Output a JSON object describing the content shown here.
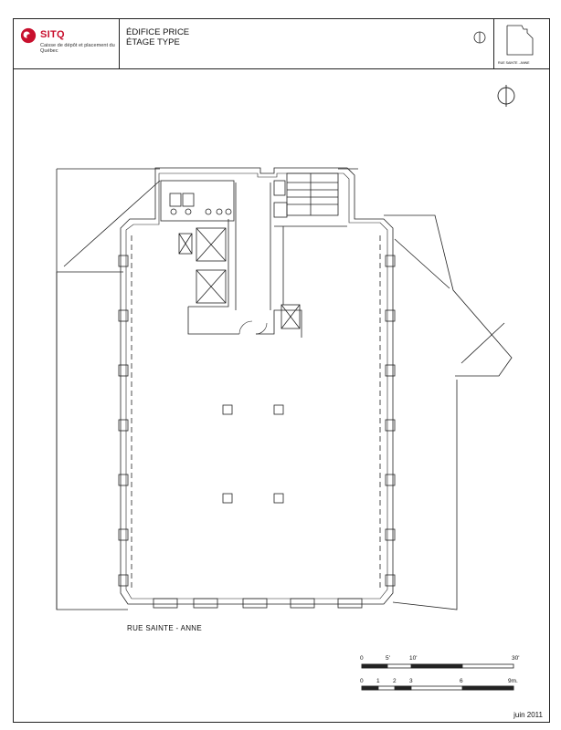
{
  "header": {
    "brand": "SITQ",
    "tagline": "Caisse de dépôt et placement du Québec",
    "title_line1": "ÉDIFICE PRICE",
    "title_line2": "ÉTAGE TYPE"
  },
  "keyplan": {
    "caption": "RUE SAINTE - ANNE"
  },
  "plan": {
    "street_label": "RUE SAINTE - ANNE"
  },
  "scale_feet": {
    "labels": [
      "0",
      "5'",
      "10'",
      "30'"
    ]
  },
  "scale_meters": {
    "labels": [
      "0",
      "1",
      "2",
      "3",
      "6",
      "9m."
    ]
  },
  "footer": {
    "date": "juin 2011"
  },
  "colors": {
    "brand": "#c8102e",
    "line": "#222222"
  },
  "icons": [
    "sitq-logo-icon",
    "north-arrow-icon",
    "keyplan-icon"
  ]
}
